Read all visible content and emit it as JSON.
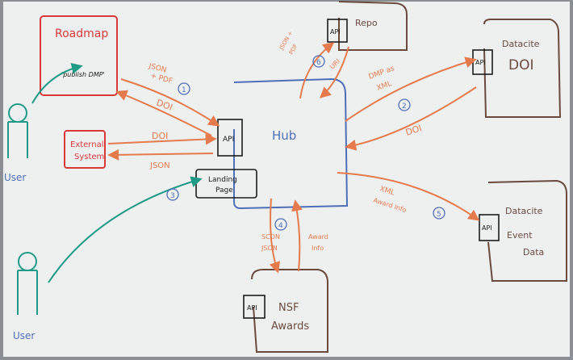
{
  "colors": {
    "board": "#eef0f0",
    "board_shadow": "#cfd3d6",
    "frame": "#8a8f96",
    "red": "#d8383a",
    "orange": "#e57a4d",
    "blue": "#4e6fb8",
    "brown": "#6b4a3e",
    "green": "#1f9a86",
    "black": "#1b1b1b"
  },
  "nodes": {
    "roadmap": {
      "title": "Roadmap",
      "note": "'publish DMP'"
    },
    "external": {
      "line1": "External",
      "line2": "System"
    },
    "hub": {
      "title": "Hub",
      "api": "API"
    },
    "landing": {
      "line1": "Landing",
      "line2": "Page"
    },
    "repo": {
      "title": "Repo",
      "api": "API"
    },
    "datacite_doi": {
      "line1": "Datacite",
      "line2": "DOI",
      "api": "API"
    },
    "datacite_event": {
      "line1": "Datacite",
      "line2": "Event",
      "line3": "Data",
      "api": "API"
    },
    "nsf": {
      "line1": "NSF",
      "line2": "Awards",
      "api": "API"
    },
    "user_top": {
      "label": "User"
    },
    "user_bottom": {
      "label": "User"
    }
  },
  "edges": {
    "roadmap_hub": {
      "label1": "JSON",
      "label2": "+ PDF",
      "step": "1"
    },
    "hub_roadmap": {
      "label": "DOI"
    },
    "external_hub": {
      "label": "DOI"
    },
    "hub_external": {
      "label": "JSON"
    },
    "hub_repo": {
      "label1": "JSON +",
      "label2": "PDF",
      "step": "6"
    },
    "repo_hub": {
      "label": "URI"
    },
    "hub_doi": {
      "label1": "DMP as",
      "label2": "XML",
      "step": "2"
    },
    "doi_hub": {
      "label": "DOI"
    },
    "hub_event": {
      "label1": "XML",
      "label2": "Award Info",
      "step": "5"
    },
    "hub_nsf": {
      "label1": "SCON",
      "label2": "JSON",
      "step": "4"
    },
    "nsf_hub": {
      "label1": "Award",
      "label2": "Info"
    },
    "user_landing": {
      "step": "3"
    }
  }
}
